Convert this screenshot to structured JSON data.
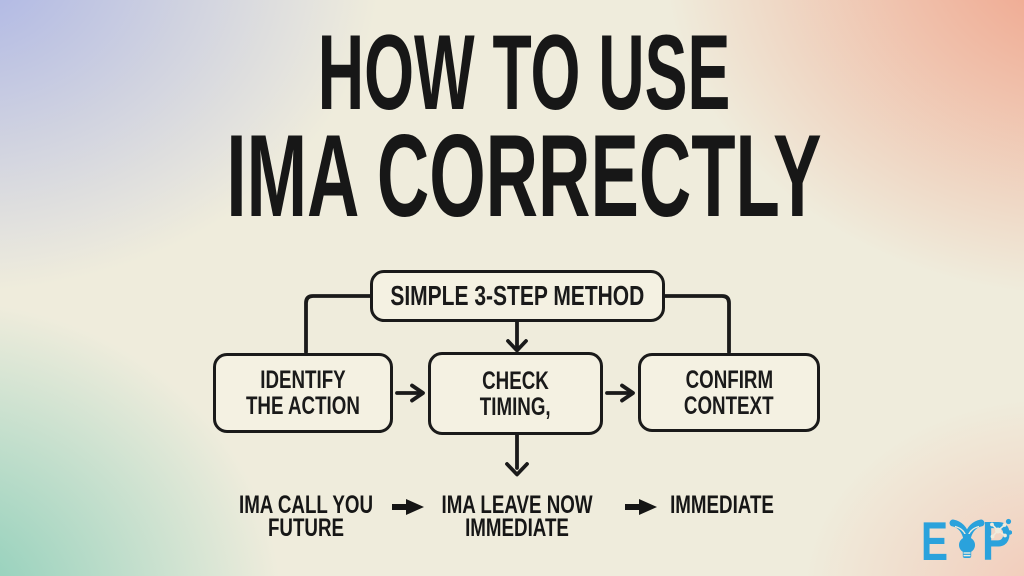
{
  "title": {
    "line1": "HOW TO USE",
    "line2": "IMA CORRECTLY"
  },
  "flowchart": {
    "header": {
      "label": "SIMPLE 3-STEP METHOD"
    },
    "steps": [
      {
        "line1": "IDENTIFY",
        "line2": "THE ACTION"
      },
      {
        "line1": "CHECK",
        "line2": "TIMING,"
      },
      {
        "line1": "CONFIRM",
        "line2": "CONTEXT"
      }
    ],
    "examples": [
      {
        "line1": "IMA CALL YOU",
        "line2": "FUTURE"
      },
      {
        "line1": "IMA LEAVE NOW",
        "line2": "IMMEDIATE"
      },
      {
        "line1": "IMMEDIATE"
      }
    ]
  },
  "logo": {
    "text": "EYP",
    "letter_e": "E",
    "letter_p": "P",
    "color": "#2aa2dc"
  },
  "colors": {
    "ink": "#1a1a1a",
    "box_fill": "#f4f1e2",
    "background_cream": "#efecdc",
    "background_periwinkle": "#a6b0e6",
    "background_mint": "#7ecab4",
    "background_salmon": "#f09a80",
    "background_pink": "#f4baa8",
    "logo_blue": "#2aa2dc"
  }
}
